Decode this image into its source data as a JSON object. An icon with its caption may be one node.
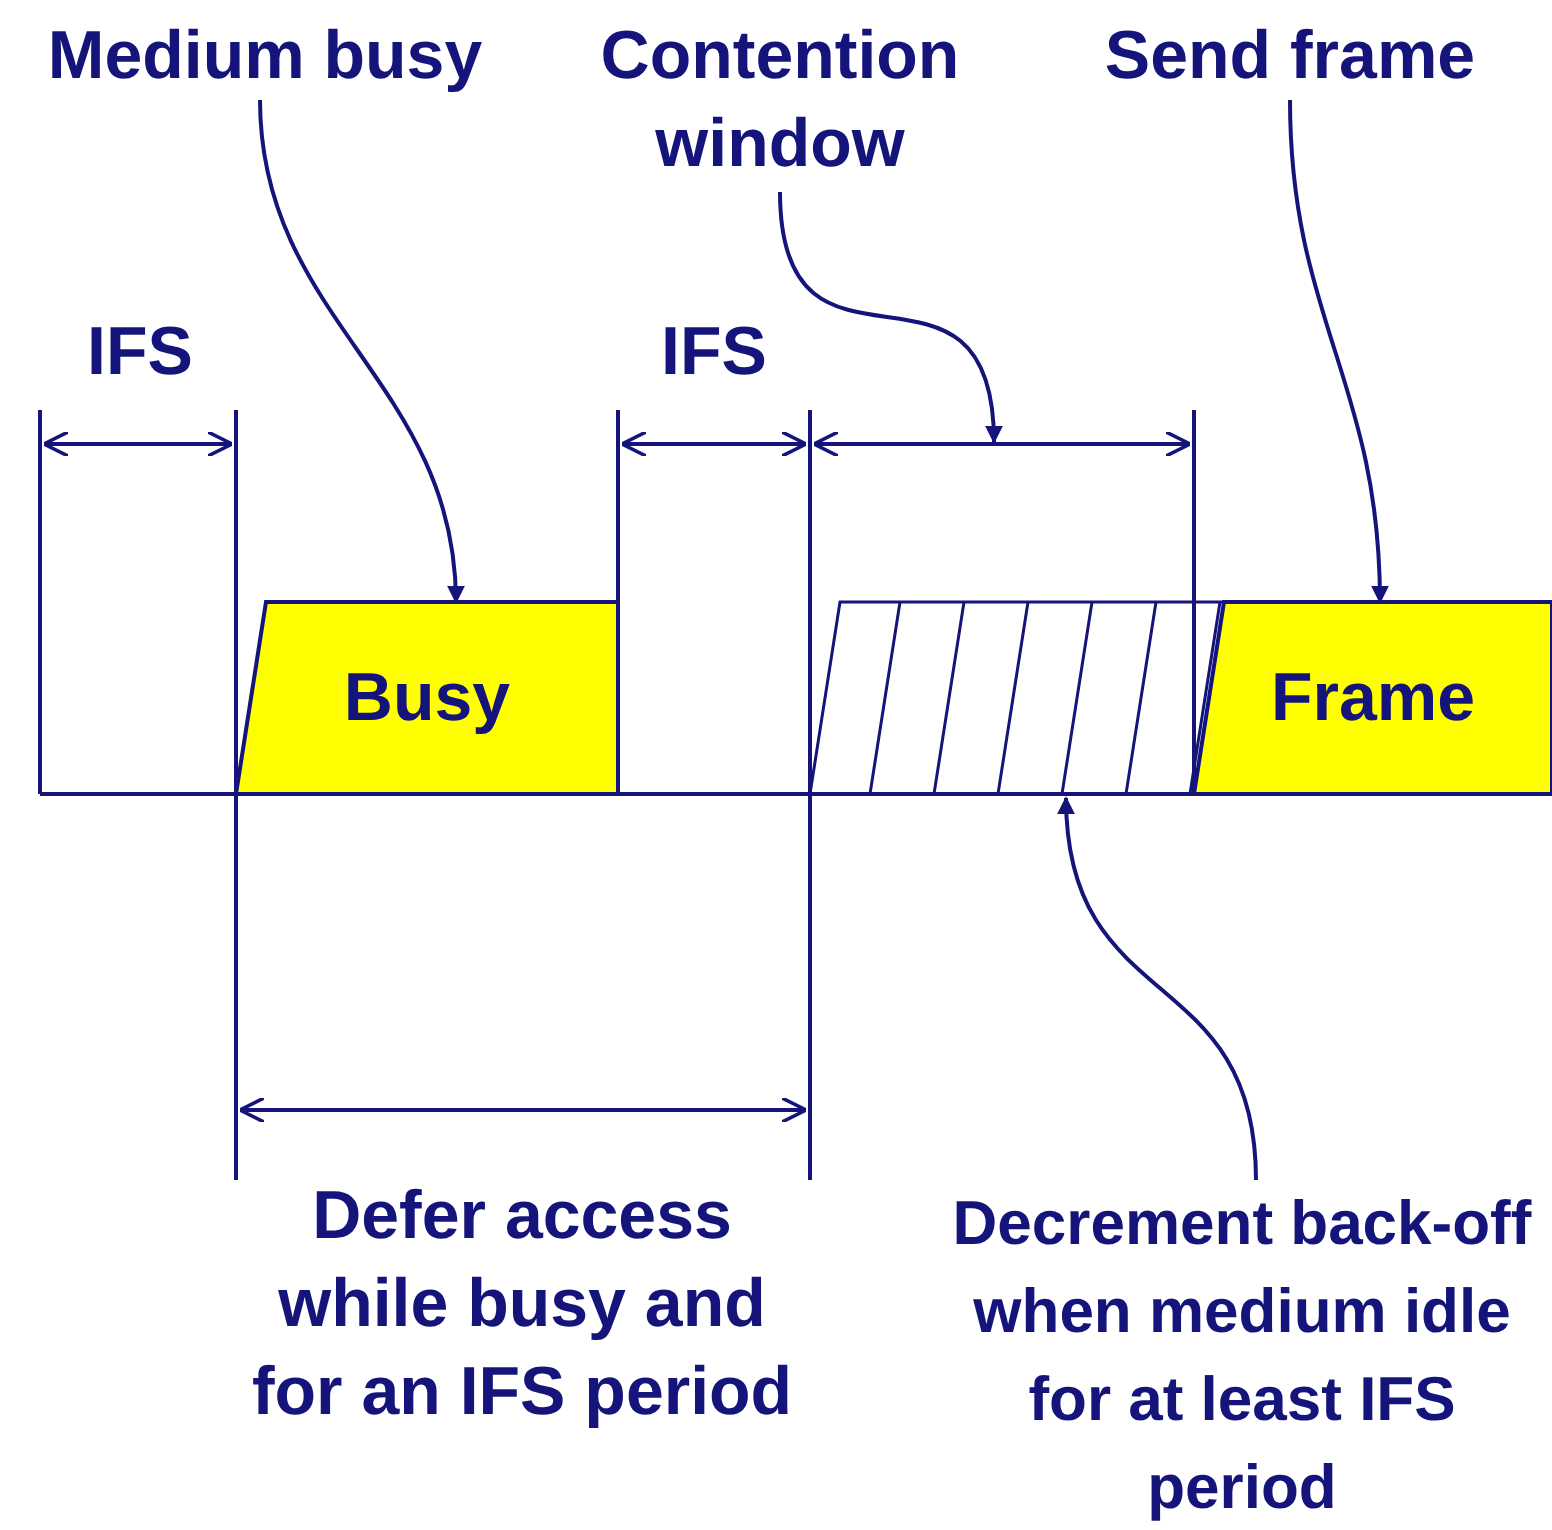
{
  "diagram": {
    "nodes": [
      {
        "text": [
          "Medium busy"
        ]
      },
      {
        "text": [
          "Contention window"
        ]
      },
      {
        "text": [
          "Send frame"
        ]
      },
      {
        "text": [
          "Busy"
        ]
      },
      {
        "text": [],
        "shape": "box"
      },
      {
        "text": [
          "Frame"
        ]
      },
      {
        "text": [
          "Decrement back-off when medium idle for at least IFS period"
        ]
      }
    ],
    "edges": [
      {
        "from": 0,
        "to": 3,
        "arrow": "to"
      },
      {
        "from": 1,
        "to": null,
        "arrow": "to"
      },
      {
        "from": 2,
        "to": 5,
        "arrow": "to"
      },
      {
        "from": 6,
        "to": 4,
        "arrow": "to"
      }
    ],
    "labels": [
      "IFS",
      "IFS",
      "Defer access while busy and for an IFS period"
    ]
  }
}
